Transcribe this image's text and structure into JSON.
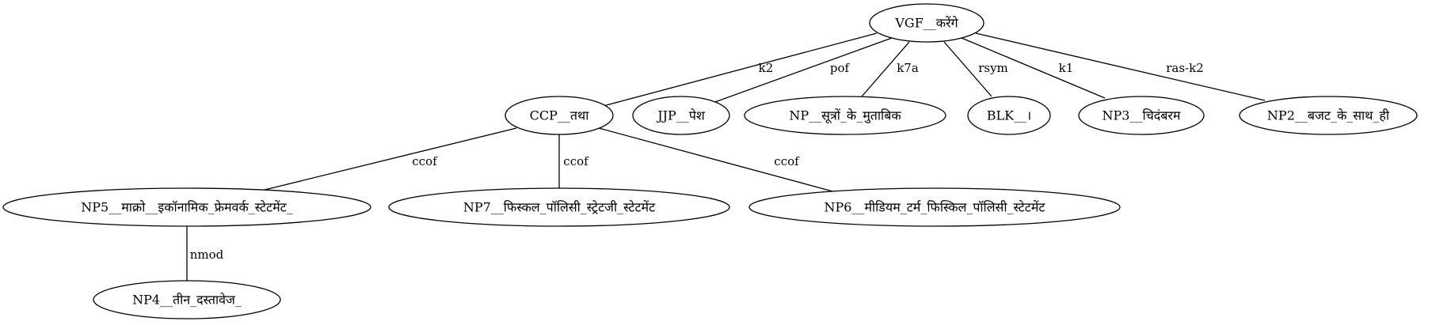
{
  "colors": {
    "background": "#ffffff",
    "stroke": "#000000",
    "text": "#000000"
  },
  "nodes": {
    "vgf": "VGF__करेंगे",
    "ccp": "CCP__तथा",
    "jjp": "JJP__पेश",
    "np": "NP__सूत्रों_के_मुताबिक",
    "blk": "BLK__।",
    "np3": "NP3__चिदंबरम",
    "np2": "NP2__बजट_के_साथ_ही",
    "np5": "NP5__माक्रो__इकॉनामिक_फ्रेमवर्क_स्टेटमेंट_",
    "np7": "NP7__फिस्कल_पॉलिसी_स्ट्रेटजी_स्टेटमेंट",
    "np6": "NP6__मीडियम_टर्म_फिस्किल_पॉलिसी_स्टेटमेंट",
    "np4": "NP4__तीन_दस्तावेज_"
  },
  "edges": {
    "vgf_ccp": "k2",
    "vgf_jjp": "pof",
    "vgf_np": "k7a",
    "vgf_blk": "rsym",
    "vgf_np3": "k1",
    "vgf_np2": "ras-k2",
    "ccp_np5": "ccof",
    "ccp_np7": "ccof",
    "ccp_np6": "ccof",
    "np5_np4": "nmod"
  }
}
